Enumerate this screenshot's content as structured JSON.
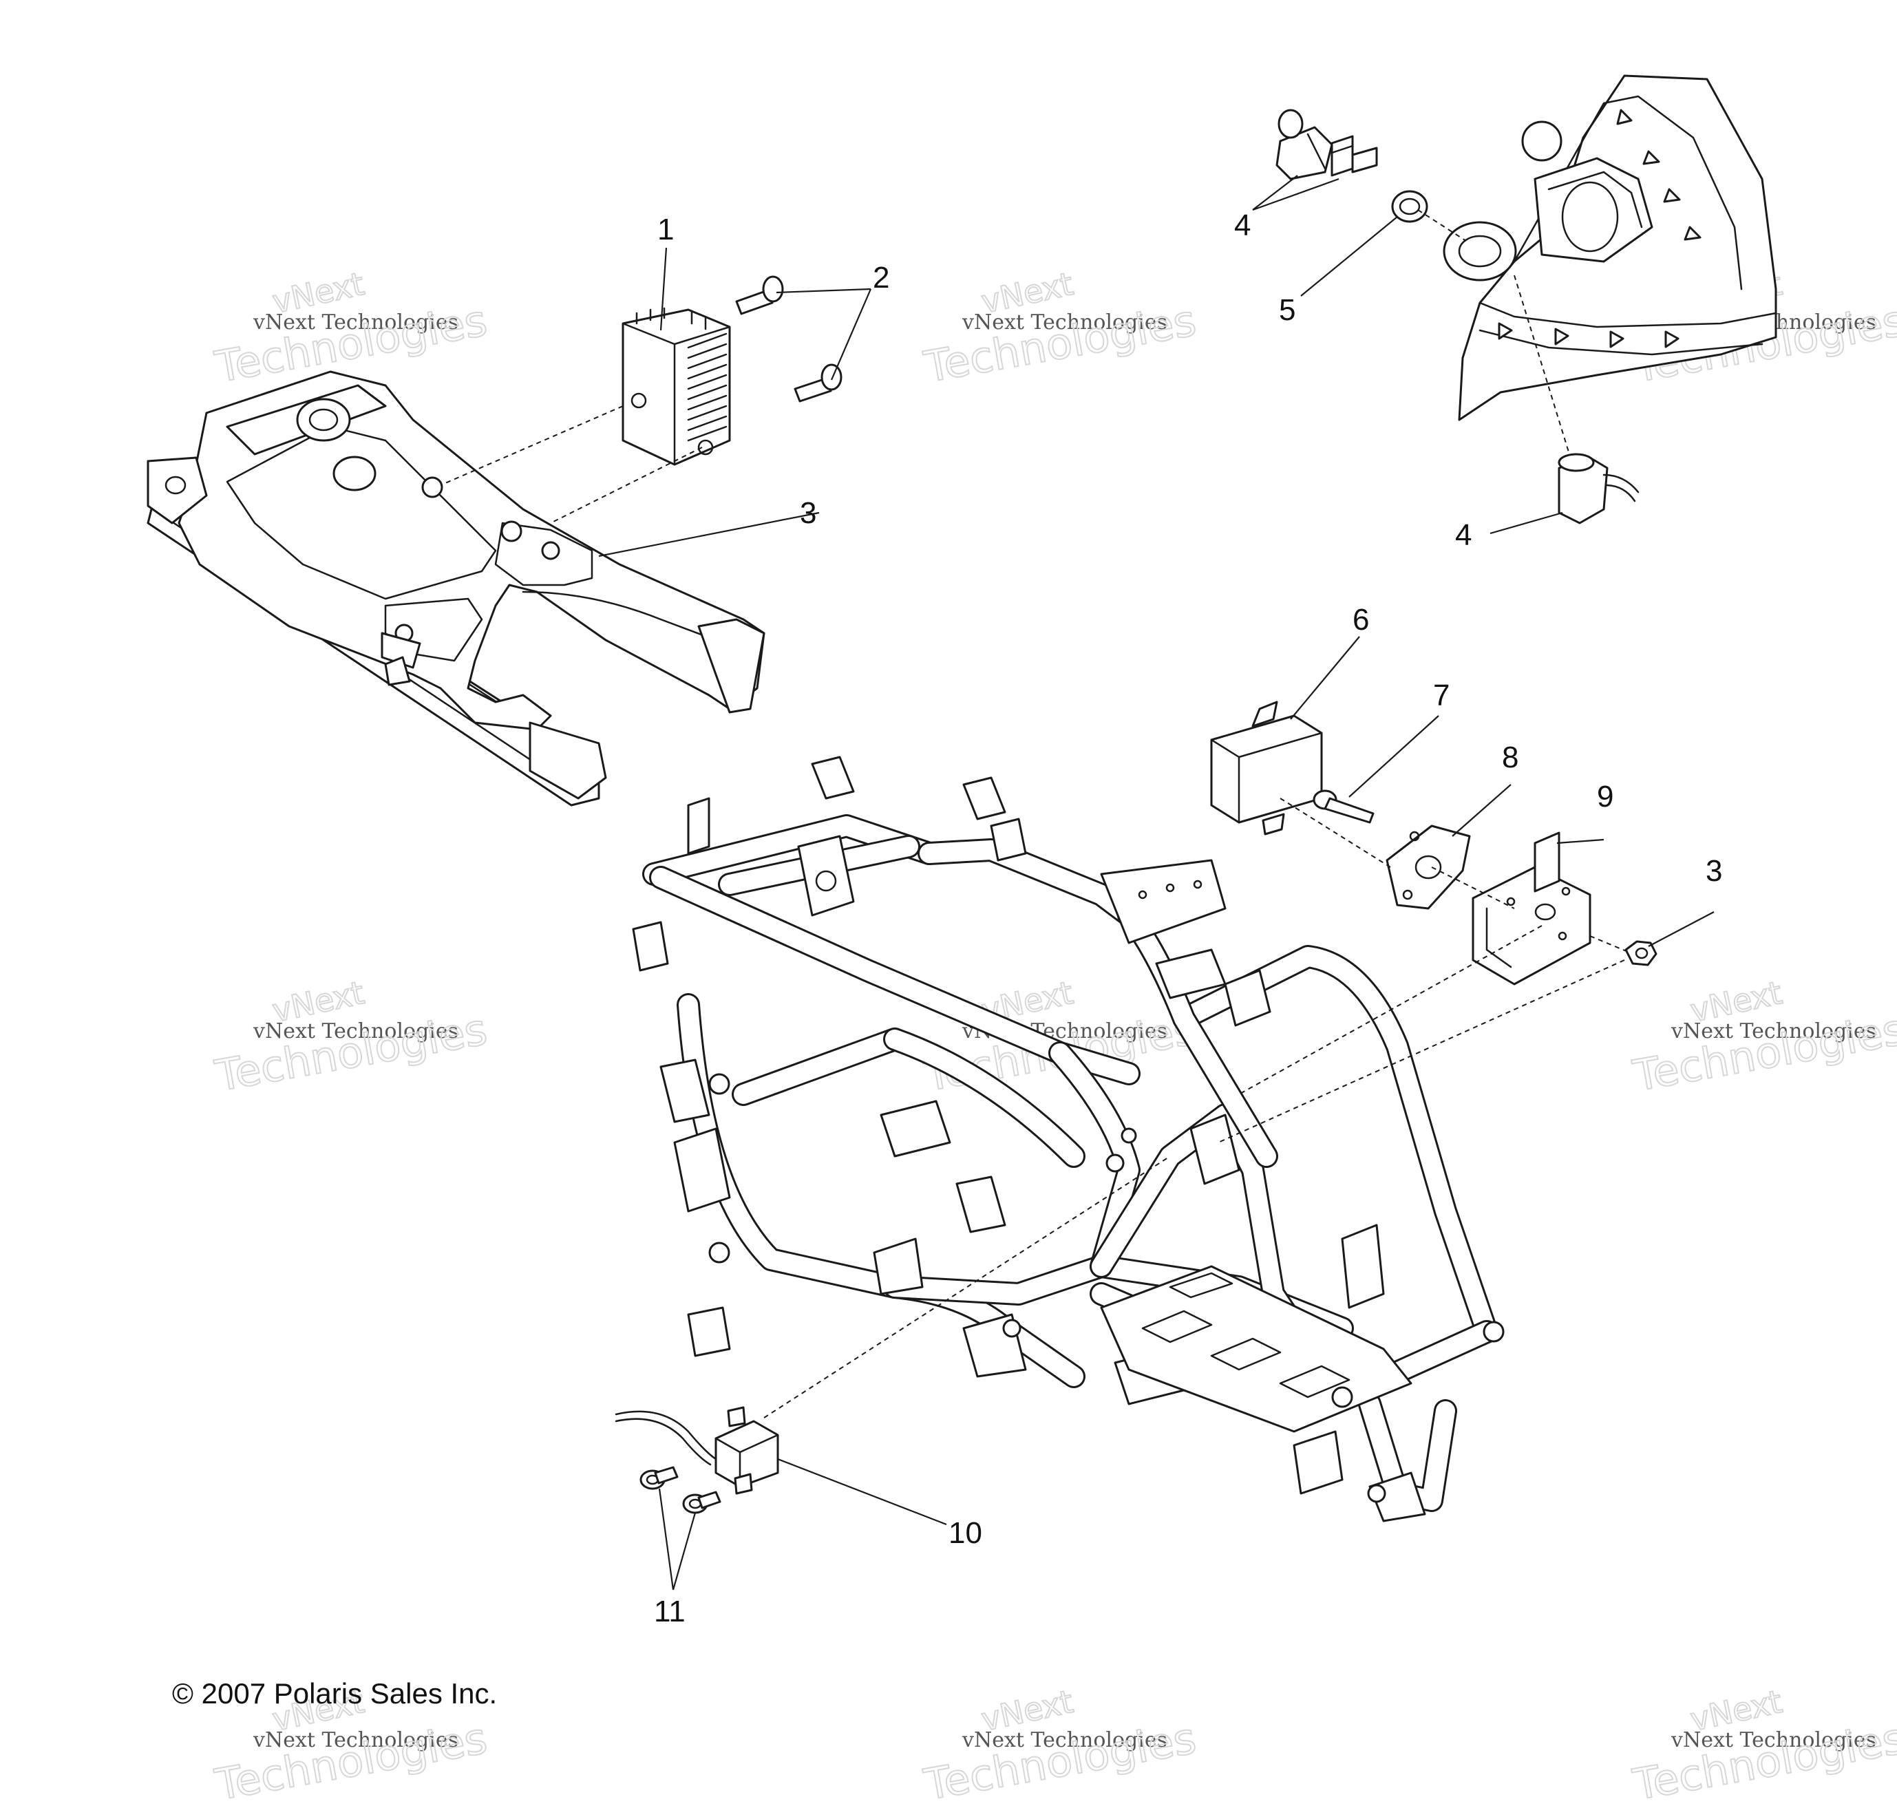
{
  "diagram": {
    "callouts": {
      "c1": "1",
      "c2": "2",
      "c3a": "3",
      "c3b": "3",
      "c4a": "4",
      "c4b": "4",
      "c5": "5",
      "c6": "6",
      "c7": "7",
      "c8": "8",
      "c9": "9",
      "c10": "10",
      "c11": "11"
    },
    "copyright": "© 2007 Polaris Sales Inc.",
    "watermark": {
      "line1": "vNext",
      "line2": "vNext Technologies",
      "line3": "Technologies"
    }
  }
}
